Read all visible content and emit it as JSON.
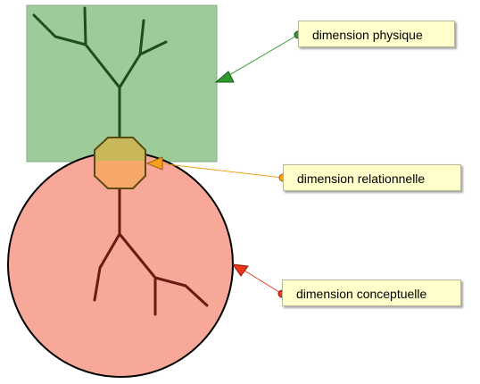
{
  "labels": {
    "physique": "dimension physique",
    "relationnelle": "dimension relationnelle",
    "conceptuelle": "dimension conceptuelle"
  },
  "colors": {
    "physique_fill": "#9dcc98",
    "physique_branch": "#1f4d1f",
    "physique_arrow": "#2e9a2e",
    "relation_fill": "#c8b85a",
    "relation_lower_fill": "#f5a86a",
    "relation_arrow": "#f7a020",
    "concept_fill": "#f7a898",
    "concept_branch": "#6a1a10",
    "concept_arrow": "#e83818",
    "callout_bg": "#ffffcc"
  }
}
